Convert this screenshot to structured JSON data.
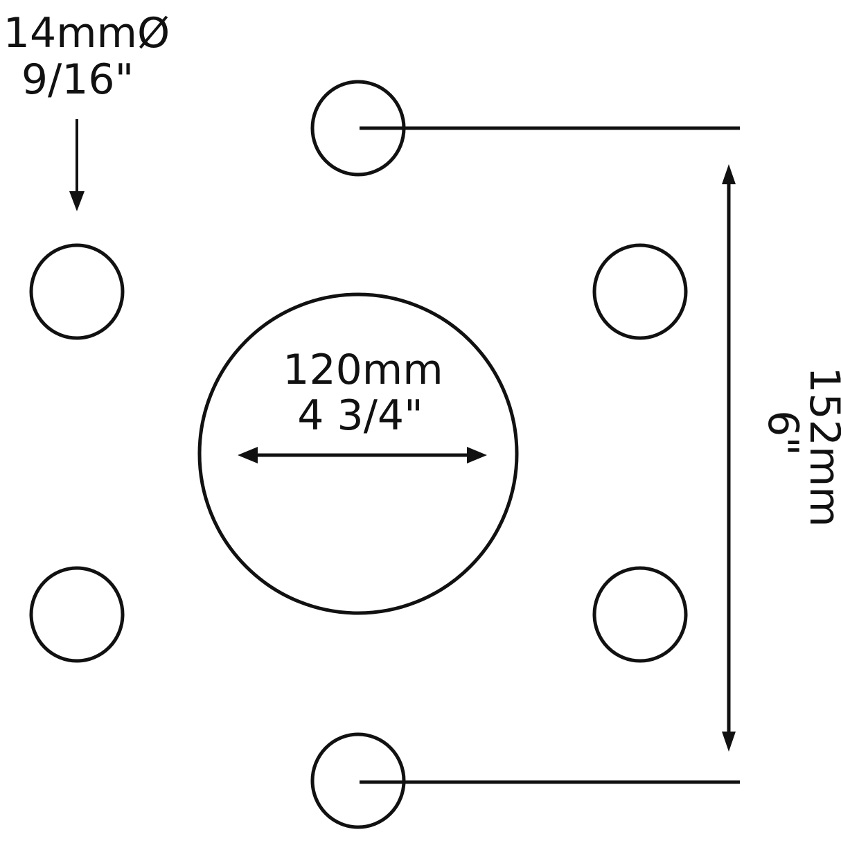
{
  "diagram": {
    "type": "bolt-pattern-dimension-drawing",
    "colors": {
      "stroke": "#111111",
      "background": "#ffffff"
    },
    "bolt_hole_label": {
      "metric": "14mmØ",
      "imperial": "9/16\""
    },
    "center_bore_label": {
      "metric": "120mm",
      "imperial": "4 3/4\""
    },
    "spacing_label": {
      "metric": "152mm",
      "imperial": "6\""
    },
    "bolt_hole_count": 6
  }
}
